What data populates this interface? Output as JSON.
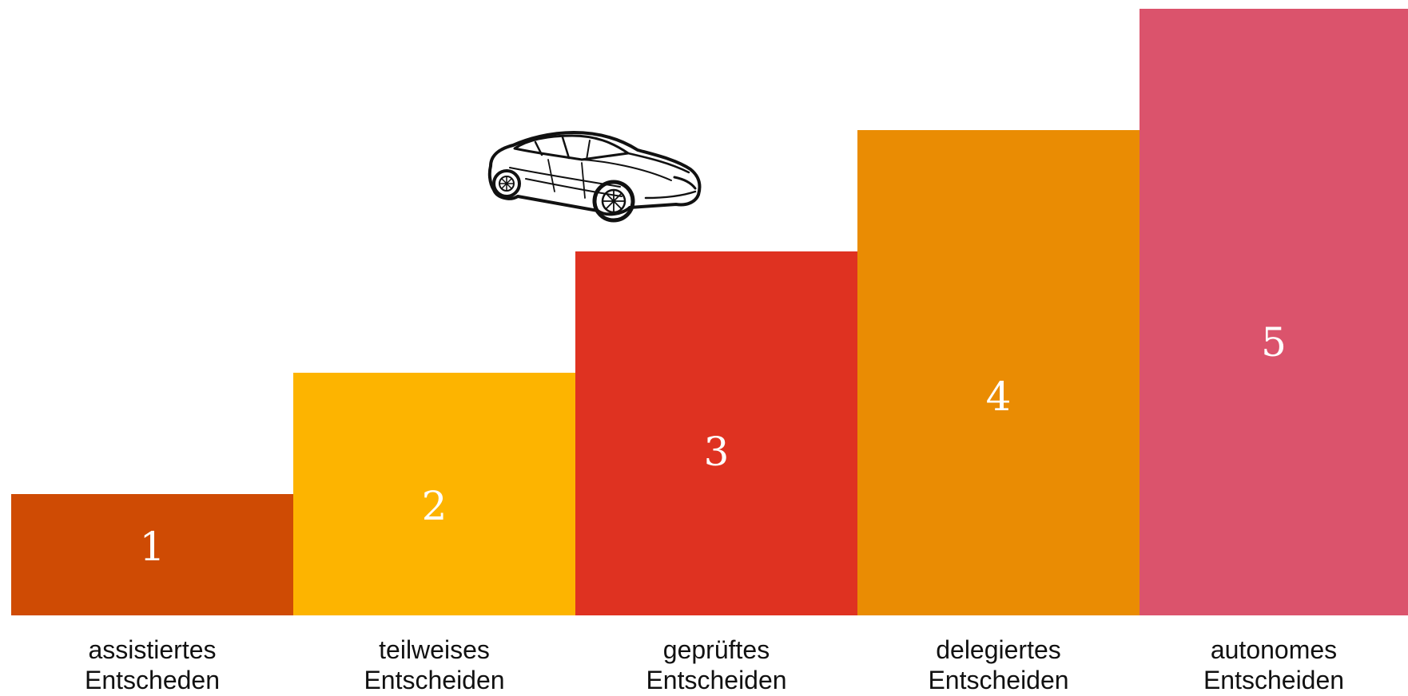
{
  "colors": {
    "step1": "#cf4b04",
    "step2": "#fdb400",
    "step3": "#df3221",
    "step4": "#ea8c03",
    "step5": "#db536c"
  },
  "steps": [
    {
      "number": "1",
      "level": 1,
      "label_line1": "assistiertes",
      "label_line2": "Entscheden",
      "color": "#cf4b04"
    },
    {
      "number": "2",
      "level": 2,
      "label_line1": "teilweises",
      "label_line2": "Entscheiden",
      "color": "#fdb400"
    },
    {
      "number": "3",
      "level": 3,
      "label_line1": "geprüftes",
      "label_line2": "Entscheiden",
      "color": "#df3221"
    },
    {
      "number": "4",
      "level": 4,
      "label_line1": "delegiertes",
      "label_line2": "Entscheiden",
      "color": "#ea8c03"
    },
    {
      "number": "5",
      "level": 5,
      "label_line1": "autonomes",
      "label_line2": "Entscheiden",
      "color": "#db536c"
    }
  ],
  "car": {
    "icon": "car-icon",
    "on_step": 3
  }
}
